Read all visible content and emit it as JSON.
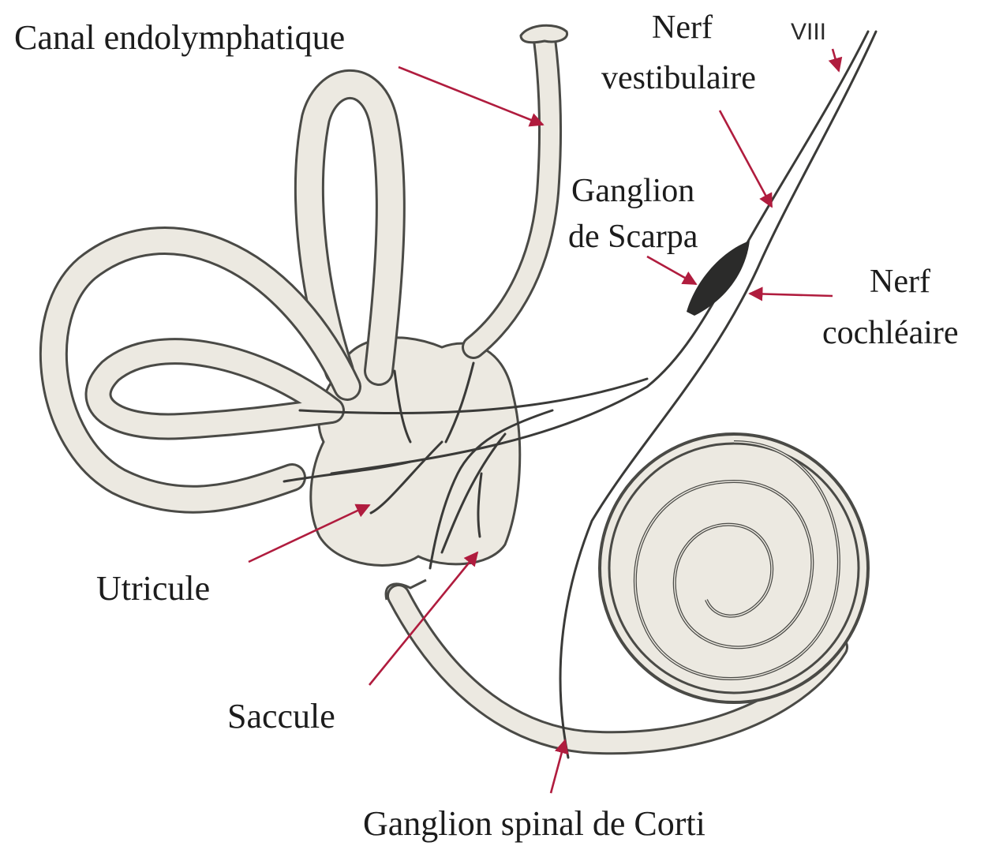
{
  "labels": {
    "canal": "Canal endolymphatique",
    "nerf_vest_1": "Nerf",
    "nerf_vest_2": "vestibulaire",
    "viii": "VIII",
    "ganglion_scarpa_1": "Ganglion",
    "ganglion_scarpa_2": "de Scarpa",
    "nerf_coch_1": "Nerf",
    "nerf_coch_2": "cochléaire",
    "utricule": "Utricule",
    "saccule": "Saccule",
    "ganglion_corti": "Ganglion spinal de Corti"
  },
  "colors": {
    "arrow": "#b01c3e",
    "tissue": "#ece9e1",
    "outline": "#4a4a46",
    "ganglion": "#2b2b2a"
  }
}
